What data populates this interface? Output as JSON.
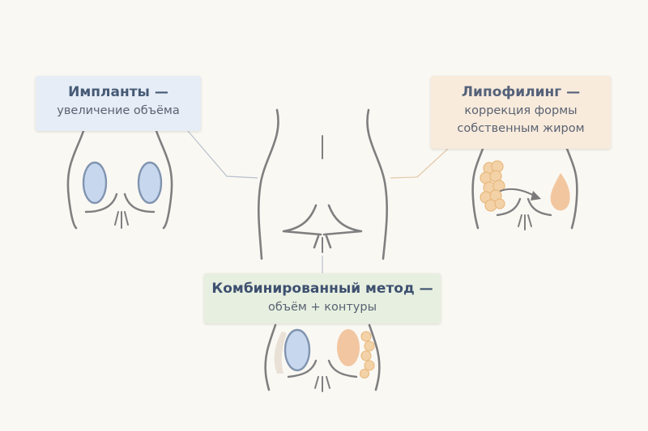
{
  "boxes": {
    "implants": {
      "title": "Импланты —",
      "subtitle": "увеличение объёма"
    },
    "lipofilling": {
      "title": "Липофилинг —",
      "subtitle_1": "коррекция формы",
      "subtitle_2": "собственным жиром"
    },
    "combined": {
      "title": "Комбинированный метод —",
      "subtitle": "объём + контуры"
    }
  },
  "colors": {
    "background": "#faf8f3",
    "outline": "#7f7f80",
    "implant": "#c7d8ee",
    "fat": "#f3d2a8",
    "implant_box": "#e6edf6",
    "lipo_box": "#f8ebdc",
    "combo_box": "#e7efe0"
  }
}
